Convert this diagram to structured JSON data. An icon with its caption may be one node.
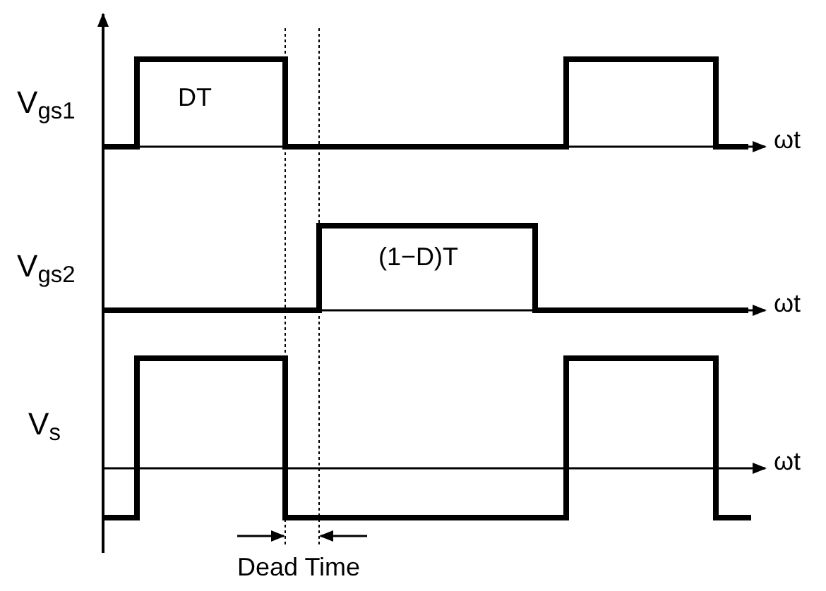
{
  "diagram": {
    "labels": [
      "V$_{gs1}$",
      "DT",
      "ωt",
      "V$_{gs2}$",
      "(1−D)T",
      "ωt",
      "V$_{s}$",
      "ωt",
      "Dead Time"
    ]
  }
}
